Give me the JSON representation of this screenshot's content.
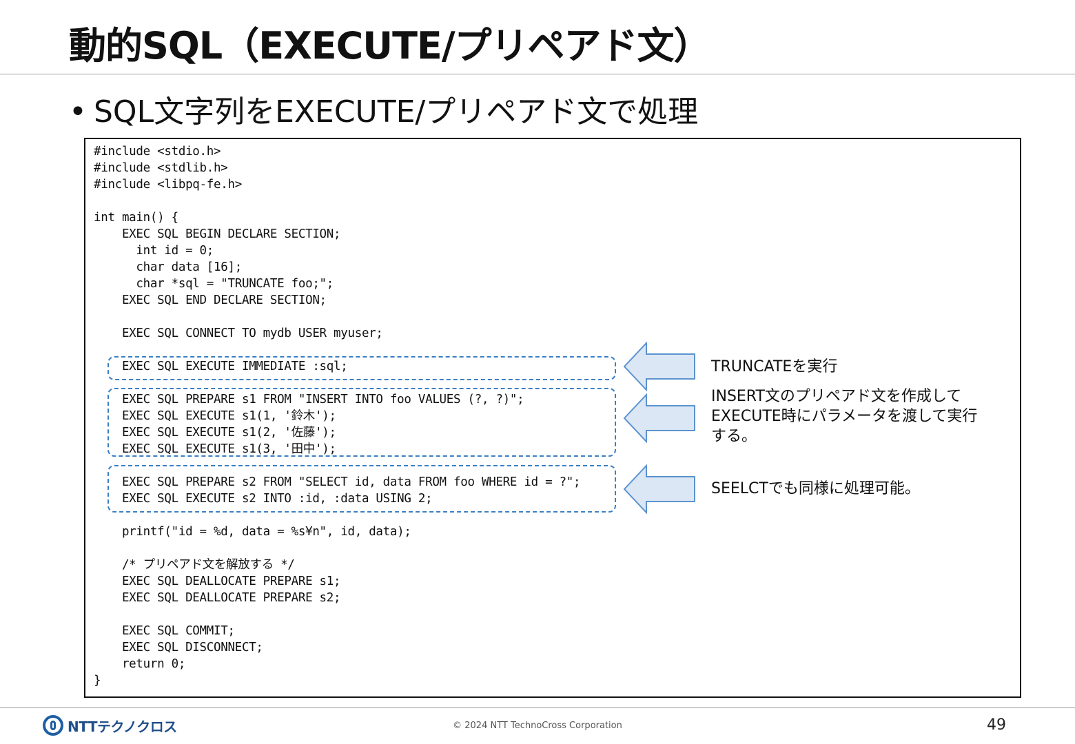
{
  "slide": {
    "title": "動的SQL（EXECUTE/プリペアド文）",
    "bullet": "SQL文字列をEXECUTE/プリペアド文で処理"
  },
  "code_lines": [
    "#include <stdio.h>",
    "#include <stdlib.h>",
    "#include <libpq-fe.h>",
    "",
    "int main() {",
    "    EXEC SQL BEGIN DECLARE SECTION;",
    "      int id = 0;",
    "      char data [16];",
    "      char *sql = \"TRUNCATE foo;\";",
    "    EXEC SQL END DECLARE SECTION;",
    "",
    "    EXEC SQL CONNECT TO mydb USER myuser;",
    "",
    "    EXEC SQL EXECUTE IMMEDIATE :sql;",
    "",
    "    EXEC SQL PREPARE s1 FROM \"INSERT INTO foo VALUES (?, ?)\";",
    "    EXEC SQL EXECUTE s1(1, '鈴木');",
    "    EXEC SQL EXECUTE s1(2, '佐藤');",
    "    EXEC SQL EXECUTE s1(3, '田中');",
    "",
    "    EXEC SQL PREPARE s2 FROM \"SELECT id, data FROM foo WHERE id = ?\";",
    "    EXEC SQL EXECUTE s2 INTO :id, :data USING 2;",
    "",
    "    printf(\"id = %d, data = %s¥n\", id, data);",
    "",
    "    /* プリペアド文を解放する */",
    "    EXEC SQL DEALLOCATE PREPARE s1;",
    "    EXEC SQL DEALLOCATE PREPARE s2;",
    "",
    "    EXEC SQL COMMIT;",
    "    EXEC SQL DISCONNECT;",
    "    return 0;",
    "}"
  ],
  "callouts": {
    "truncate": [
      "TRUNCATEを実行"
    ],
    "insert": [
      "INSERT文のプリペアド文を作成して",
      "EXECUTE時にパラメータを渡して実行",
      "する。"
    ],
    "select": [
      "SEELCTでも同様に処理可能。"
    ]
  },
  "footer": {
    "logo_text": "NTTテクノクロス",
    "copyright": "© 2024 NTT TechnoCross Corporation",
    "page_number": "49"
  },
  "colors": {
    "highlight_border": "#3a7fc4",
    "arrow_fill": "#dbe7f4",
    "arrow_stroke": "#5b93cf",
    "brand": "#1f5fa3"
  }
}
